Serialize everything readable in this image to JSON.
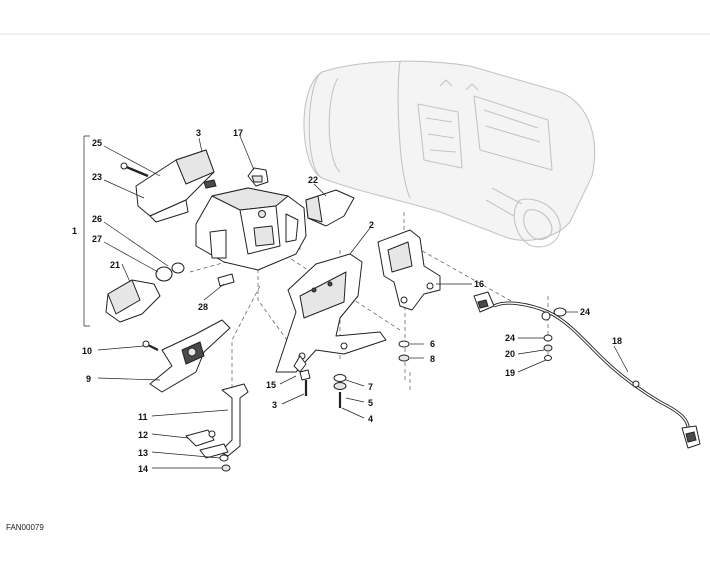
{
  "figure_code": "FAN00079",
  "group_label": "1",
  "callouts": [
    {
      "id": "c25",
      "text": "25"
    },
    {
      "id": "c23",
      "text": "23"
    },
    {
      "id": "c26",
      "text": "26"
    },
    {
      "id": "c27",
      "text": "27"
    },
    {
      "id": "c21",
      "text": "21"
    },
    {
      "id": "c3a",
      "text": "3"
    },
    {
      "id": "c17",
      "text": "17"
    },
    {
      "id": "c22",
      "text": "22"
    },
    {
      "id": "c2",
      "text": "2"
    },
    {
      "id": "c28",
      "text": "28"
    },
    {
      "id": "c16",
      "text": "16"
    },
    {
      "id": "c24a",
      "text": "24"
    },
    {
      "id": "c24b",
      "text": "24"
    },
    {
      "id": "c20",
      "text": "20"
    },
    {
      "id": "c19",
      "text": "19"
    },
    {
      "id": "c18",
      "text": "18"
    },
    {
      "id": "c6",
      "text": "6"
    },
    {
      "id": "c8",
      "text": "8"
    },
    {
      "id": "c10",
      "text": "10"
    },
    {
      "id": "c9",
      "text": "9"
    },
    {
      "id": "c15",
      "text": "15"
    },
    {
      "id": "c3b",
      "text": "3"
    },
    {
      "id": "c7",
      "text": "7"
    },
    {
      "id": "c5",
      "text": "5"
    },
    {
      "id": "c4",
      "text": "4"
    },
    {
      "id": "c11",
      "text": "11"
    },
    {
      "id": "c12",
      "text": "12"
    },
    {
      "id": "c13",
      "text": "13"
    },
    {
      "id": "c14",
      "text": "14"
    }
  ]
}
